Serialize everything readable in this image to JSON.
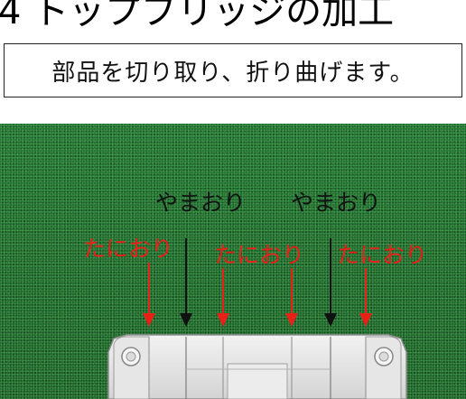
{
  "heading": "4 トップブリッジの加工",
  "instruction": "部品を切り取り、折り曲げます。",
  "labels": {
    "mountain_left": "やまおり",
    "mountain_right": "やまおり",
    "valley_1": "たにおり",
    "valley_2": "たにおり",
    "valley_3": "たにおり"
  },
  "colors": {
    "mountain_fold": "#111111",
    "valley_fold": "#e82018",
    "background_felt": "#1c6a2c"
  }
}
